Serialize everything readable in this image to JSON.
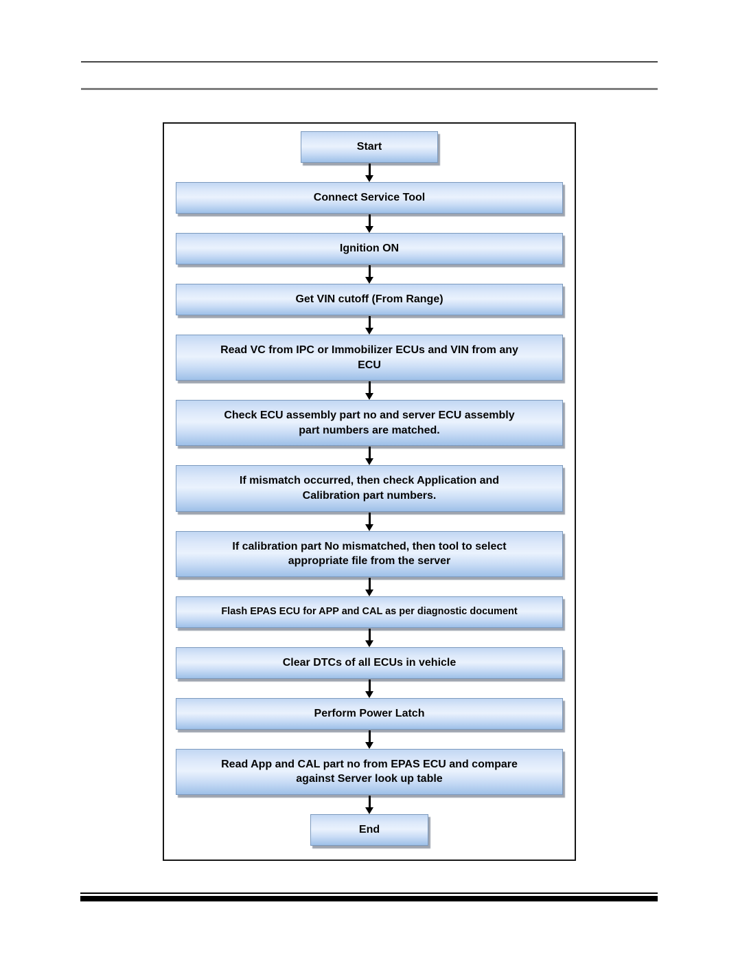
{
  "page": {
    "background_color": "#ffffff"
  },
  "header": {
    "top_rule_color": "#454545",
    "bottom_rule_color": "#7d7d7d"
  },
  "footer": {
    "rule_color": "#000000"
  },
  "flowchart": {
    "frame_border_color": "#151515",
    "node_fill_top": "#c2d7f3",
    "node_fill_middle": "#eaf2fd",
    "node_fill_bottom": "#9ec0e8",
    "node_border_color": "#7b99bd",
    "node_text_color": "#050505",
    "arrow_color": "#000000",
    "steps": [
      {
        "id": "start",
        "type": "terminal",
        "label": "Start"
      },
      {
        "id": "connect-service-tool",
        "type": "process",
        "label": "Connect Service Tool"
      },
      {
        "id": "ignition-on",
        "type": "process",
        "label": "Ignition ON"
      },
      {
        "id": "get-vin-cutoff",
        "type": "process",
        "label": "Get VIN cutoff (From Range)"
      },
      {
        "id": "read-vc-vin",
        "type": "process",
        "label": "Read VC from IPC or Immobilizer ECUs and VIN from any\nECU"
      },
      {
        "id": "check-ecu-assembly",
        "type": "process",
        "label": "Check ECU assembly part no and server ECU assembly\npart numbers are matched."
      },
      {
        "id": "mismatch-check-app-cal",
        "type": "process",
        "label": "If mismatch occurred, then check Application and\nCalibration part numbers."
      },
      {
        "id": "calibration-mismatch-select-file",
        "type": "process",
        "label": "If calibration part No mismatched, then tool to select\nappropriate file from the server"
      },
      {
        "id": "flash-epas",
        "type": "process",
        "variant": "compact",
        "label": "Flash EPAS ECU for APP and CAL as per diagnostic document"
      },
      {
        "id": "clear-dtcs",
        "type": "process",
        "label": "Clear DTCs of all ECUs in vehicle"
      },
      {
        "id": "perform-power-latch",
        "type": "process",
        "label": "Perform Power Latch"
      },
      {
        "id": "read-app-cal-compare",
        "type": "process",
        "label": "Read App and CAL part no from EPAS ECU and compare\nagainst Server look up table"
      },
      {
        "id": "end",
        "type": "terminal",
        "label": "End"
      }
    ]
  }
}
